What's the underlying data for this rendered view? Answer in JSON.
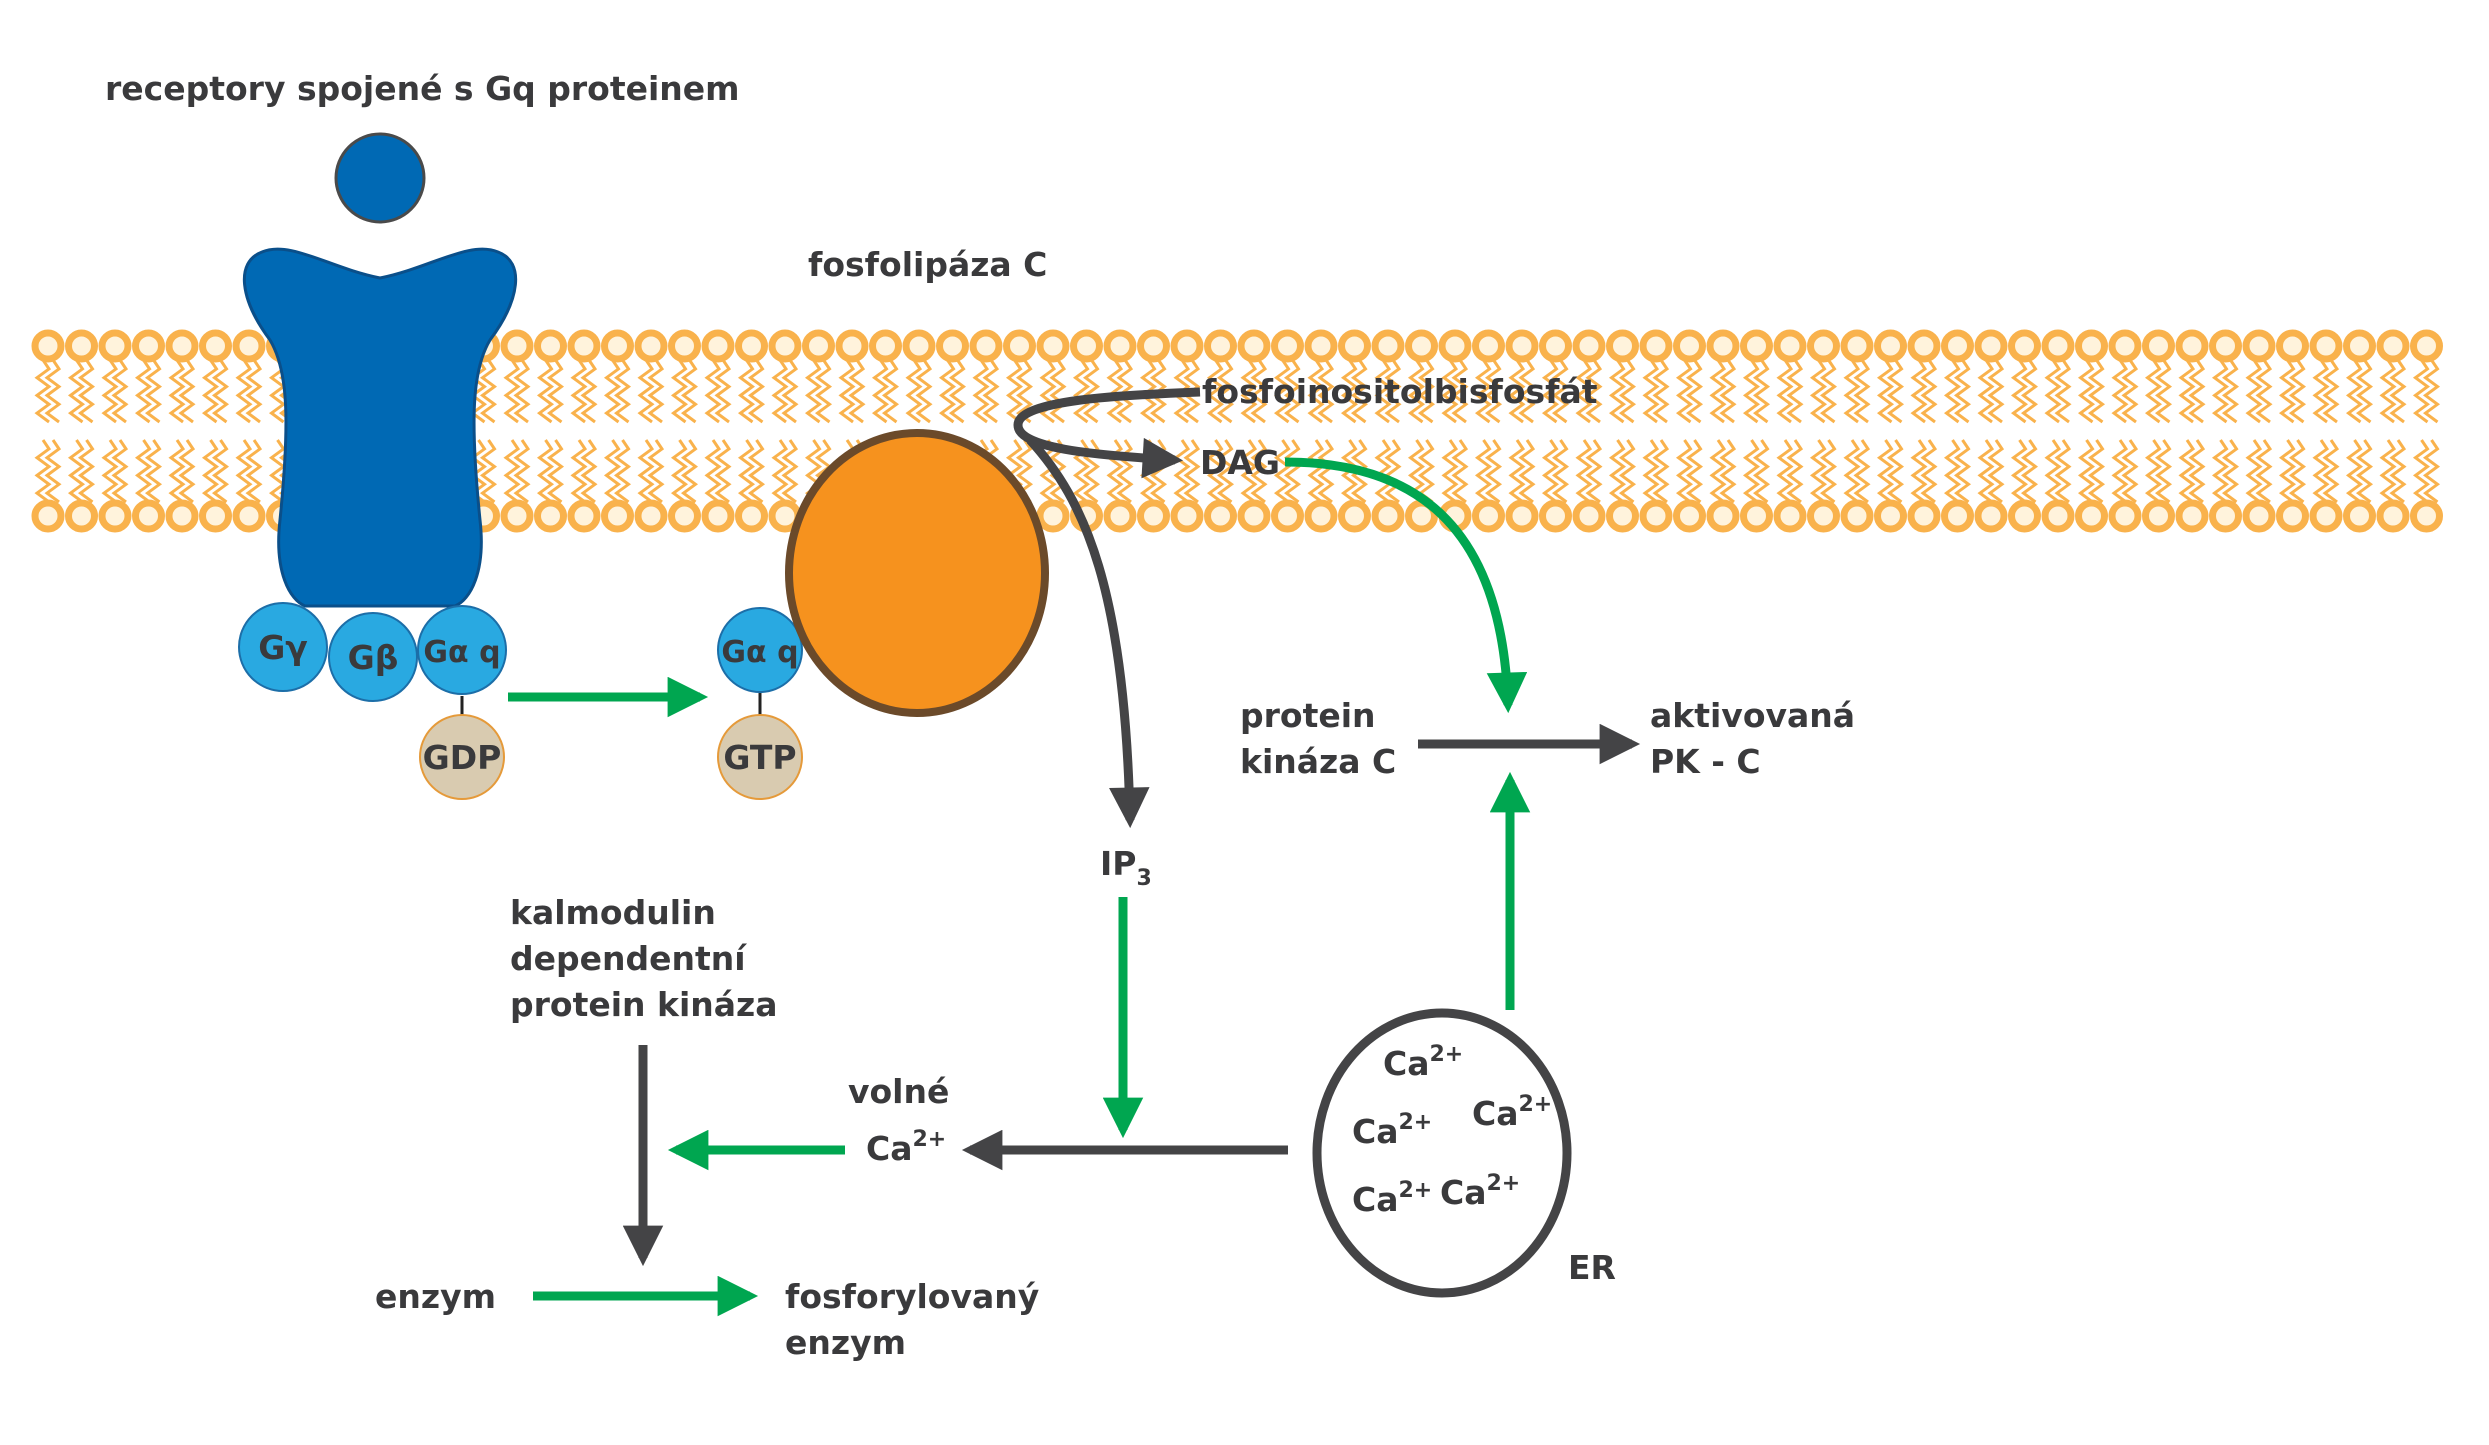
{
  "title": "receptory spojené s Gq proteinem",
  "labels": {
    "phospholipase": "fosfolipáza C",
    "pip2": "fosfoinositolbisfosfát",
    "dag": "DAG",
    "ip3_main": "IP",
    "ip3_sub": "3",
    "pkc_line1": "protein",
    "pkc_line2": "kináza C",
    "active_pkc_line1": "aktivovaná",
    "active_pkc_line2": "PK - C",
    "camk_line1": "kalmodulin",
    "camk_line2": "dependentní",
    "camk_line3": "protein kináza",
    "free_line1": "volné",
    "free_ca": "Ca",
    "enzyme": "enzym",
    "phospho_line1": "fosforylovaný",
    "phospho_line2": "enzym",
    "er": "ER"
  },
  "ca_ion": {
    "symbol": "Ca",
    "charge": "2+"
  },
  "g_protein": {
    "gamma": "Gγ",
    "beta": "Gβ",
    "alpha_q": "Gα q",
    "alpha_q_active": "Gα q",
    "gdp": "GDP",
    "gtp": "GTP"
  },
  "colors": {
    "receptor": "#0069b4",
    "subunit": "#29a9e1",
    "nucleotide": "#d9cbb0",
    "enzyme_fill": "#f6921e",
    "enzyme_stroke": "#6b4a2a",
    "membrane": "#f9b24c",
    "arrow_dark": "#444446",
    "arrow_green": "#00a650",
    "text": "#3a3a3c"
  }
}
